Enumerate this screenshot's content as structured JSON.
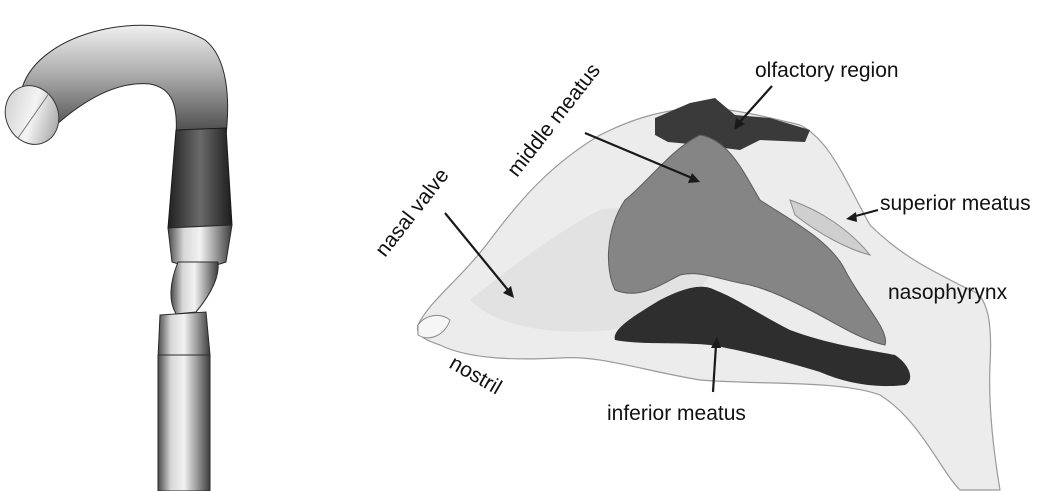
{
  "labels": {
    "olfactory_region": "olfactory region",
    "middle_meatus": "middle meatus",
    "nasal_valve": "nasal valve",
    "superior_meatus": "superior meatus",
    "nasophyrynx": "nasophyrynx",
    "nostril": "nostril",
    "inferior_meatus": "inferior meatus"
  },
  "colors": {
    "cavity_fill": "#ececec",
    "middle_meatus_fill": "#858585",
    "inferior_meatus_fill": "#2e2e2e",
    "olfactory_fill": "#3a3a3a",
    "label_text": "#111111"
  }
}
